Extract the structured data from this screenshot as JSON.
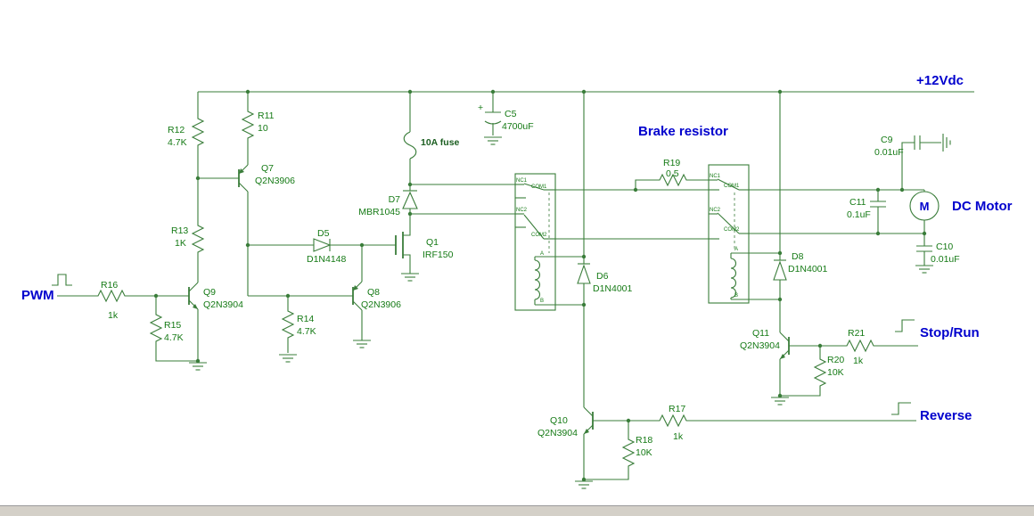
{
  "colors": {
    "wire_green": "#3a7d3a",
    "label_green": "#157a15",
    "net_blue": "#0000cd",
    "window_edge_gray": "#d4d0c8"
  },
  "net_labels": {
    "rail": "+12Vdc",
    "pwm": "PWM",
    "brake_resistor": "Brake resistor",
    "stop_run": "Stop/Run",
    "reverse": "Reverse",
    "dc_motor": "DC Motor",
    "motor_letter": "M"
  },
  "annotations": {
    "fuse_label": "10A fuse",
    "c5_polarity": "+"
  },
  "components": {
    "r12": {
      "ref": "R12",
      "val": "4.7K"
    },
    "r11": {
      "ref": "R11",
      "val": "10"
    },
    "r13": {
      "ref": "R13",
      "val": "1K"
    },
    "r16": {
      "ref": "R16",
      "val": "1k"
    },
    "r15": {
      "ref": "R15",
      "val": "4.7K"
    },
    "r14": {
      "ref": "R14",
      "val": "4.7K"
    },
    "r19": {
      "ref": "R19",
      "val": "0.5"
    },
    "r20": {
      "ref": "R20",
      "val": "10K"
    },
    "r21": {
      "ref": "R21",
      "val": "1k"
    },
    "r17": {
      "ref": "R17",
      "val": "1k"
    },
    "r18": {
      "ref": "R18",
      "val": "10K"
    },
    "q7": {
      "ref": "Q7",
      "val": "Q2N3906"
    },
    "q8": {
      "ref": "Q8",
      "val": "Q2N3906"
    },
    "q9": {
      "ref": "Q9",
      "val": "Q2N3904"
    },
    "q10": {
      "ref": "Q10",
      "val": "Q2N3904"
    },
    "q11": {
      "ref": "Q11",
      "val": "Q2N3904"
    },
    "q1": {
      "ref": "Q1",
      "val": "IRF150"
    },
    "d5": {
      "ref": "D5",
      "val": "D1N4148"
    },
    "d6": {
      "ref": "D6",
      "val": "D1N4001"
    },
    "d7": {
      "ref": "D7",
      "val": "MBR1045"
    },
    "d8": {
      "ref": "D8",
      "val": "D1N4001"
    },
    "c5": {
      "ref": "C5",
      "val": "4700uF"
    },
    "c9": {
      "ref": "C9",
      "val": "0.01uF"
    },
    "c10": {
      "ref": "C10",
      "val": "0.01uF"
    },
    "c11": {
      "ref": "C11",
      "val": "0.1uF"
    }
  },
  "relay1": {
    "nc1": "NC1",
    "com1": "COM1",
    "nc2": "NC2",
    "com2": "COM2",
    "coil_a": "A",
    "coil_b": "B"
  },
  "relay2": {
    "nc1": "NC1",
    "com1": "COM1",
    "nc2": "NC2",
    "com2": "COM2",
    "coil_a": "A",
    "coil_b": "B"
  }
}
